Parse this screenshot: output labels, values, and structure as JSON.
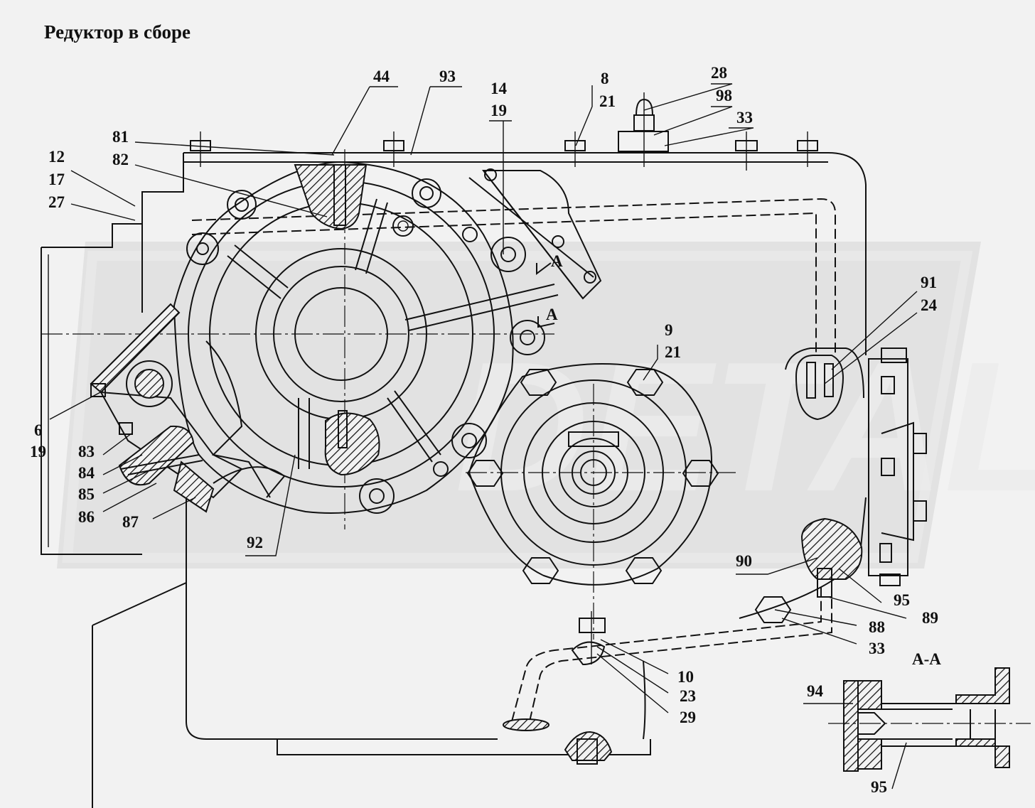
{
  "title": "Редуктор в сборе",
  "section_label": "А-А",
  "section_marks": [
    "А",
    "А"
  ],
  "watermark": "DETAL",
  "callouts": [
    {
      "id": "c44",
      "text": "44"
    },
    {
      "id": "c93",
      "text": "93"
    },
    {
      "id": "c14",
      "text": "14"
    },
    {
      "id": "c19a",
      "text": "19"
    },
    {
      "id": "c8",
      "text": "8"
    },
    {
      "id": "c21a",
      "text": "21"
    },
    {
      "id": "c28",
      "text": "28"
    },
    {
      "id": "c98",
      "text": "98"
    },
    {
      "id": "c33a",
      "text": "33"
    },
    {
      "id": "c81",
      "text": "81"
    },
    {
      "id": "c82",
      "text": "82"
    },
    {
      "id": "c12",
      "text": "12"
    },
    {
      "id": "c17",
      "text": "17"
    },
    {
      "id": "c27",
      "text": "27"
    },
    {
      "id": "c9",
      "text": "9"
    },
    {
      "id": "c21b",
      "text": "21"
    },
    {
      "id": "c91",
      "text": "91"
    },
    {
      "id": "c24",
      "text": "24"
    },
    {
      "id": "c6",
      "text": "6"
    },
    {
      "id": "c19b",
      "text": "19"
    },
    {
      "id": "c83",
      "text": "83"
    },
    {
      "id": "c84",
      "text": "84"
    },
    {
      "id": "c85",
      "text": "85"
    },
    {
      "id": "c86",
      "text": "86"
    },
    {
      "id": "c87",
      "text": "87"
    },
    {
      "id": "c92",
      "text": "92"
    },
    {
      "id": "c90",
      "text": "90"
    },
    {
      "id": "c95a",
      "text": "95"
    },
    {
      "id": "c89",
      "text": "89"
    },
    {
      "id": "c88",
      "text": "88"
    },
    {
      "id": "c33b",
      "text": "33"
    },
    {
      "id": "c10",
      "text": "10"
    },
    {
      "id": "c23",
      "text": "23"
    },
    {
      "id": "c29",
      "text": "29"
    },
    {
      "id": "c94",
      "text": "94"
    },
    {
      "id": "c95b",
      "text": "95"
    }
  ]
}
